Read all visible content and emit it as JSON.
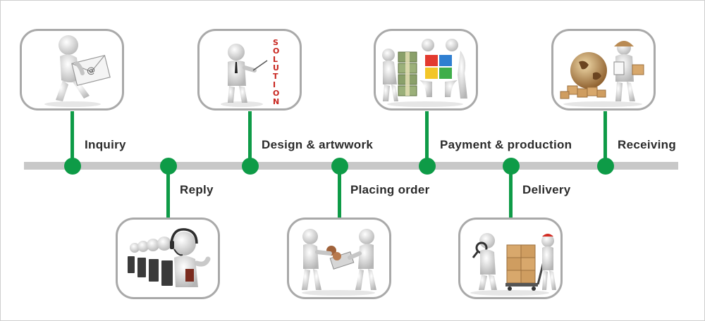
{
  "colors": {
    "accent": "#0e9b47",
    "timeline": "#c8c8c8",
    "card_border": "#a9a9a9",
    "label_text": "#2b2b2b"
  },
  "steps": [
    {
      "label": "Inquiry",
      "position": "above",
      "icon": "email-envelope-figure-icon"
    },
    {
      "label": "Reply",
      "position": "below",
      "icon": "customer-service-headset-icon"
    },
    {
      "label": "Design & artwwork",
      "position": "above",
      "icon": "solution-presenter-icon"
    },
    {
      "label": "Placing order",
      "position": "below",
      "icon": "handshake-exchange-icon"
    },
    {
      "label": "Payment & production",
      "position": "above",
      "icon": "money-puzzle-icon"
    },
    {
      "label": "Delivery",
      "position": "below",
      "icon": "pallet-truck-boxes-icon"
    },
    {
      "label": "Receiving",
      "position": "above",
      "icon": "courier-globe-icon"
    }
  ],
  "illustration_text": {
    "solution_letters": "SOLUTION"
  }
}
